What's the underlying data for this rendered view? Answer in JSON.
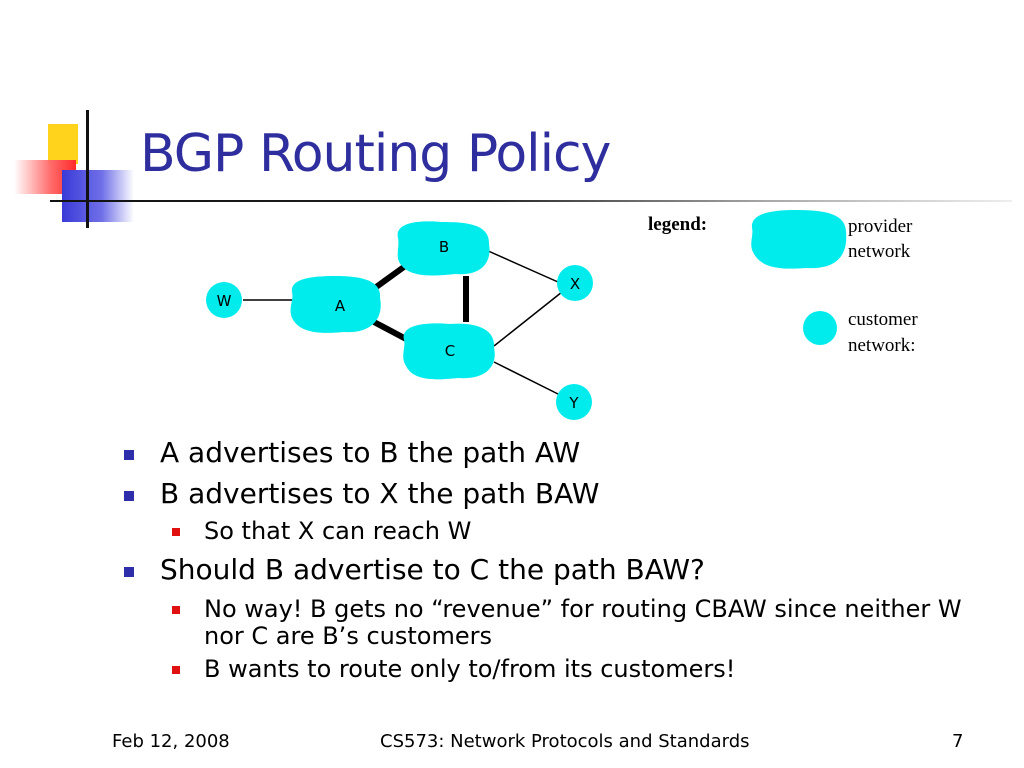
{
  "slide": {
    "title": "BGP Routing Policy",
    "colors": {
      "title": "#2e2e9e",
      "network_fill": "#00ecec",
      "link": "#000000",
      "bullet_level1": "#2e2eaa",
      "bullet_level2": "#e01010"
    }
  },
  "diagram": {
    "nodes": {
      "A": "A",
      "B": "B",
      "C": "C",
      "W": "W",
      "X": "X",
      "Y": "Y"
    },
    "legend": {
      "title": "legend:",
      "provider_line1": "provider",
      "provider_line2": "network",
      "customer_line1": "customer",
      "customer_line2": "network:"
    }
  },
  "bullets": {
    "b1": "A advertises to B the path AW",
    "b2": "B advertises to X the path BAW",
    "b2_sub1": "So that X can reach W",
    "b3": "Should B advertise to C the path BAW?",
    "b3_sub1": "No way! B gets no “revenue” for routing CBAW since neither W nor C are B’s customers",
    "b3_sub2": "B wants to route only to/from its customers!"
  },
  "footer": {
    "date": "Feb 12, 2008",
    "course": "CS573: Network Protocols and Standards",
    "page": "7"
  }
}
